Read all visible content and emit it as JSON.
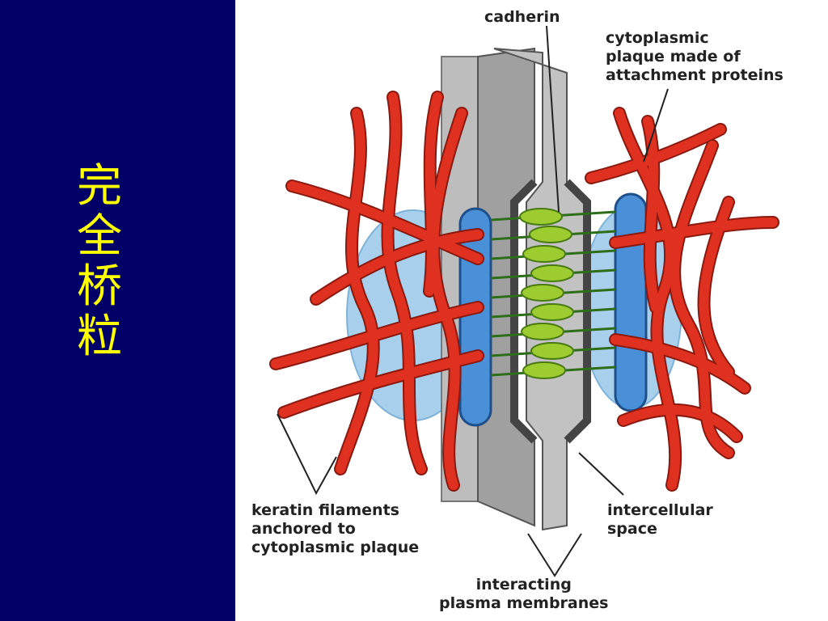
{
  "slide_title": "完全桥粒",
  "diagram": {
    "labels": {
      "cadherin": "cadherin",
      "plaque": "cytoplasmic\nplaque made of\nattachment proteins",
      "keratin": "keratin filaments\nanchored to\ncytoplasmic plaque",
      "space": "intercellular\nspace",
      "membranes": "interacting\nplasma membranes"
    },
    "colors": {
      "filament": "#e03020",
      "plaque": "#4a90d8",
      "disc": "#a8d0ec",
      "membrane": "#a8a8a8",
      "cadherin": "#9ccc30"
    }
  }
}
